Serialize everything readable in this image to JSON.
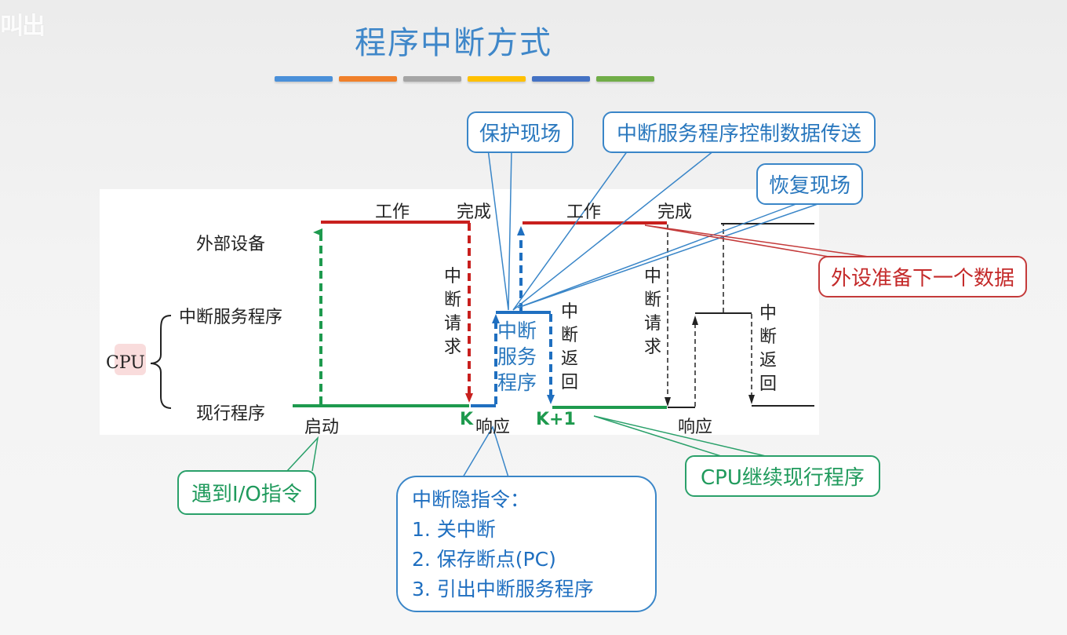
{
  "slide": {
    "title": "程序中断方式",
    "watermark": "叫出",
    "accent_bars": [
      "#4a90d9",
      "#f0802a",
      "#a5a5a5",
      "#ffc000",
      "#4472c4",
      "#70ad47"
    ]
  },
  "diagram": {
    "row_labels": {
      "device": "外部设备",
      "isr": "中断服务程序",
      "current": "现行程序",
      "cpu": "CPU"
    },
    "top_labels": {
      "work1": "工作",
      "done1": "完成",
      "work2": "工作",
      "done2": "完成"
    },
    "vertical_labels": {
      "irq1": "中断请求",
      "iret1": "中断返回",
      "irq2": "中断请求",
      "iret2": "中断返回"
    },
    "bottom_labels": {
      "start": "启动",
      "k": "K",
      "respond1": "响应",
      "k1": "K+1",
      "respond2": "响应"
    },
    "isr_block_text": "中断服务程序",
    "colors": {
      "device_line": "#c8201e",
      "cpu_line": "#1e9a4e",
      "isr_line": "#1f6fc0",
      "black_line": "#222222"
    }
  },
  "callouts": {
    "protect": "保护现场",
    "transfer": "中断服务程序控制数据传送",
    "restore": "恢复现场",
    "next_data": "外设准备下一个数据",
    "io_instr": "遇到I/O指令",
    "cpu_continue": "CPU继续现行程序",
    "hidden_instr": {
      "title": "中断隐指令：",
      "items": [
        "1. 关中断",
        "2. 保存断点(PC)",
        "3. 引出中断服务程序"
      ]
    }
  }
}
